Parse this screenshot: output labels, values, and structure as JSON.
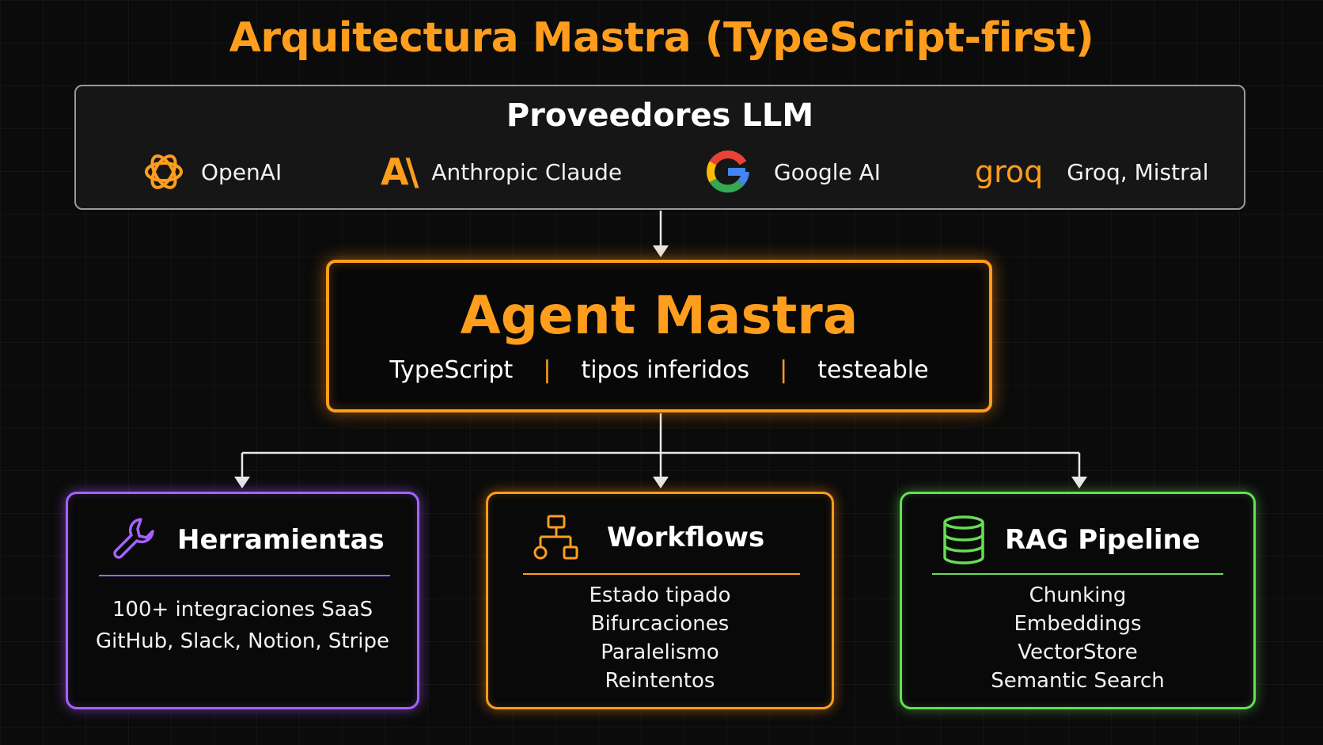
{
  "title": "Arquitectura Mastra (TypeScript-first)",
  "providers": {
    "title": "Proveedores LLM",
    "items": [
      {
        "label": "OpenAI",
        "icon": "openai-icon"
      },
      {
        "label": "Anthropic Claude",
        "icon": "anthropic-icon",
        "logo_text": "A\\"
      },
      {
        "label": "Google AI",
        "icon": "google-icon"
      },
      {
        "label": "Groq, Mistral",
        "icon": "groq-logo",
        "logo_text": "groq"
      }
    ]
  },
  "agent": {
    "title": "Agent Mastra",
    "tags": [
      "TypeScript",
      "tipos inferidos",
      "testeable"
    ],
    "separator": "|"
  },
  "cards": [
    {
      "title": "Herramientas",
      "icon": "wrench-icon",
      "lines": [
        "100+ integraciones SaaS",
        "GitHub, Slack, Notion, Stripe"
      ]
    },
    {
      "title": "Workflows",
      "icon": "workflow-icon",
      "lines": [
        "Estado tipado",
        "Bifurcaciones",
        "Paralelismo",
        "Reintentos"
      ]
    },
    {
      "title": "RAG Pipeline",
      "icon": "database-icon",
      "lines": [
        "Chunking",
        "Embeddings",
        "VectorStore",
        "Semantic Search"
      ]
    }
  ],
  "colors": {
    "accent_orange": "#ff9d1c",
    "purple": "#a662ff",
    "green": "#66dd55",
    "border_gray": "#9a9a9a",
    "background": "#0b0b0b"
  }
}
